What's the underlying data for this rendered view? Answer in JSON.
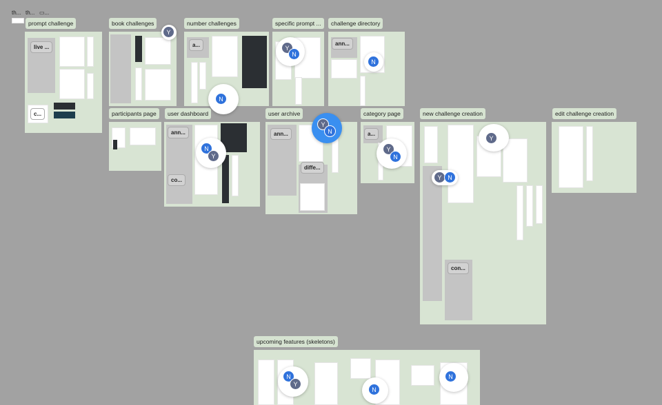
{
  "toolbar": {
    "items": [
      "th...",
      "th...",
      "..."
    ]
  },
  "sections": [
    {
      "label": "prompt challenge"
    },
    {
      "label": "book challenges"
    },
    {
      "label": "number challenges"
    },
    {
      "label": "specific prompt ..."
    },
    {
      "label": "challenge directory"
    },
    {
      "label": "participants page"
    },
    {
      "label": "user dashboard"
    },
    {
      "label": "user archive"
    },
    {
      "label": "category page"
    },
    {
      "label": "new challenge creation"
    },
    {
      "label": "edit challenge creation"
    },
    {
      "label": "upcoming features (skeletons)"
    }
  ],
  "notes": [
    "live ...",
    "c...",
    "a...",
    "ann...",
    "ann...",
    "co...",
    "ann...",
    "diffe...",
    "a...",
    "con..."
  ],
  "avatars": {
    "y": "Y",
    "n": "N"
  },
  "colors": {
    "canvas": "#a2a2a2",
    "section": "#d8e4d3",
    "avatar_y": "#5f6a8a",
    "avatar_n": "#2f72dc"
  }
}
